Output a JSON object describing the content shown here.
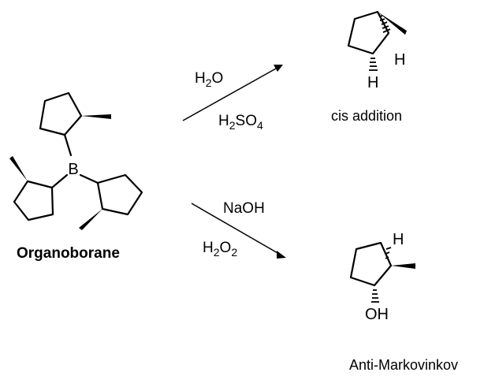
{
  "reactant": {
    "name": "Organoborane",
    "boron_label": "B"
  },
  "reaction_top": {
    "reagent_1": {
      "main": "H",
      "sub": "2",
      "rest": "O"
    },
    "reagent_2": {
      "main": "H",
      "sub1": "2",
      "mid": "SO",
      "sub2": "4"
    }
  },
  "reaction_bottom": {
    "reagent_1": "NaOH",
    "reagent_2": {
      "main": "H",
      "sub1": "2",
      "mid": "O",
      "sub2": "2"
    }
  },
  "product_top": {
    "h_label_1": "H",
    "h_label_2": "H",
    "caption": "cis addition"
  },
  "product_bottom": {
    "h_label": "H",
    "oh_label": "OH",
    "caption": "Anti-Markovinkov"
  }
}
